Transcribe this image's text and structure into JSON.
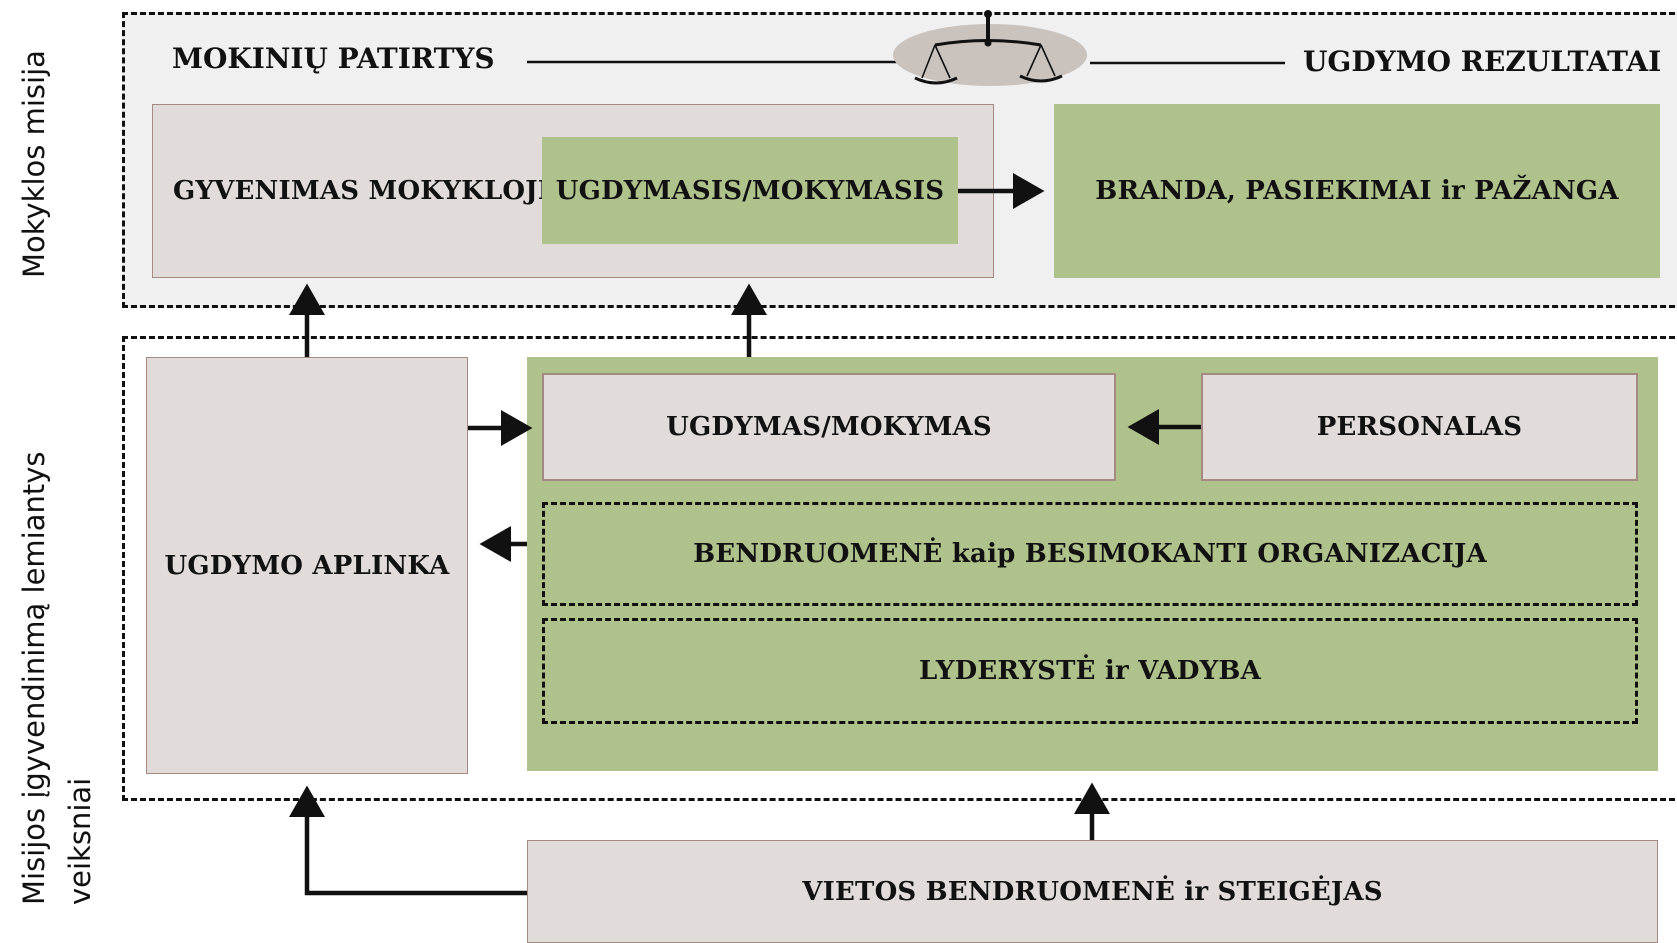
{
  "sections": {
    "mission": {
      "label": "Mokyklos misija"
    },
    "factors": {
      "label_line1": "Misijos įgyvendinimą lemiantys",
      "label_line2": "veiksniai"
    }
  },
  "header": {
    "left": "MOKINIŲ PATIRTYS",
    "right": "UGDYMO REZULTATAI",
    "center_icon": "balance-scale-icon"
  },
  "boxes": {
    "school_life": "GYVENIMAS MOKYKLOJE",
    "learning": "UGDYMASIS/MOKYMASIS",
    "outcomes": "BRANDA, PASIEKIMAI ir PAŽANGA",
    "environment": "UGDYMO APLINKA",
    "teaching": "UGDYMAS/MOKYMAS",
    "staff": "PERSONALAS",
    "community": "BENDRUOMENĖ kaip BESIMOKANTI ORGANIZACIJA",
    "leadership": "LYDERYSTĖ  ir VADYBA",
    "local": "VIETOS BENDRUOMENĖ ir STEIGĖJAS"
  },
  "colors": {
    "gray_fill": "#e1dcd9",
    "gray_border": "#a48a82",
    "green_fill": "#afc28c",
    "section_bg": "#f0f0f0"
  }
}
